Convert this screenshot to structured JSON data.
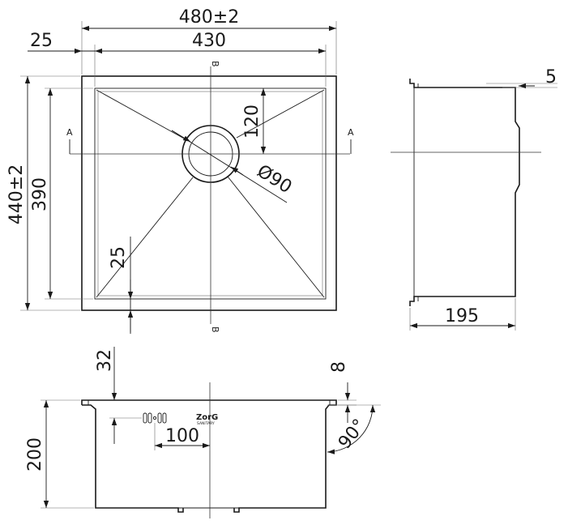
{
  "top_view": {
    "overall_width": "480±2",
    "inner_width": "430",
    "flange_offset": "25",
    "overall_depth": "440±2",
    "inner_depth": "390",
    "drain_offset": "120",
    "drain_diameter": "Ø90",
    "bottom_offset": "25",
    "section_a_left": "A",
    "section_a_right": "A",
    "section_b_top": "B",
    "section_b_bottom": "B"
  },
  "side_view": {
    "rim_thickness": "5",
    "width": "195"
  },
  "front_view": {
    "overflow_height": "32",
    "depth": "200",
    "overflow_spacing": "100",
    "rim_height": "8",
    "corner_angle": "90°",
    "brand_name": "ZorG",
    "brand_sub": "SANITARY"
  }
}
